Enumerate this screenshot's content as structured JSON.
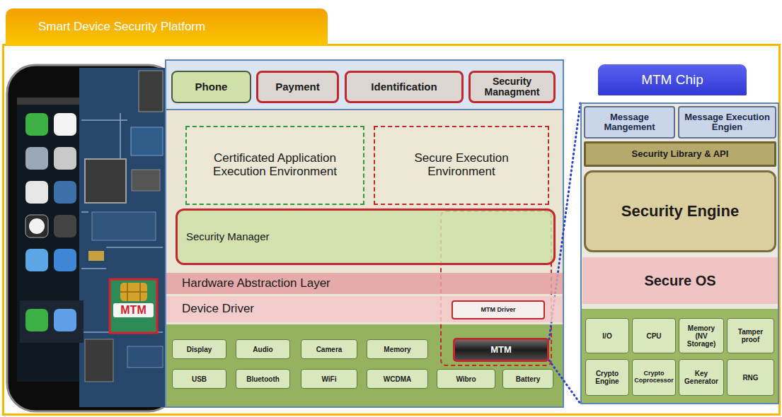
{
  "diagram": {
    "title": "Smart Device Security Platform",
    "nodes": [
      {
        "text": [
          "Phone"
        ]
      },
      {
        "text": [
          "Payment"
        ]
      },
      {
        "text": [
          "Identification"
        ]
      },
      {
        "text": [
          "Security Managment"
        ]
      },
      {
        "text": [
          "Certificated Application Execution Environment"
        ]
      },
      {
        "text": [
          "Secure Execution Environment"
        ]
      },
      {
        "text": [
          "Security Manager"
        ]
      },
      {
        "text": [
          "Hardware Abstraction Layer"
        ]
      },
      {
        "text": [
          "Device Driver"
        ]
      },
      {
        "text": [
          "MTM Driver"
        ],
        "in": 8
      },
      {
        "text": [
          "Display"
        ]
      },
      {
        "text": [
          "Audio"
        ]
      },
      {
        "text": [
          "Camera"
        ]
      },
      {
        "text": [
          "Memory"
        ]
      },
      {
        "text": [
          "MTM"
        ]
      },
      {
        "text": [
          "USB"
        ]
      },
      {
        "text": [
          "Bluetooth"
        ]
      },
      {
        "text": [
          "WiFi"
        ]
      },
      {
        "text": [
          "WCDMA"
        ]
      },
      {
        "text": [
          "Wibro"
        ]
      },
      {
        "text": [
          "Battery"
        ]
      },
      {
        "text": [
          "MTM Chip"
        ]
      },
      {
        "text": [
          "Message Mangement"
        ],
        "in": 21
      },
      {
        "text": [
          "Message Execution Engien"
        ],
        "in": 21
      },
      {
        "text": [
          "Security Library & API"
        ],
        "in": 21
      },
      {
        "text": [
          "Security Engine"
        ],
        "in": 21
      },
      {
        "text": [
          "Secure OS"
        ],
        "in": 21
      },
      {
        "text": [
          "I/O"
        ],
        "in": 21
      },
      {
        "text": [
          "CPU"
        ],
        "in": 21
      },
      {
        "text": [
          "Memory (NV Storage)"
        ],
        "in": 21
      },
      {
        "text": [
          "Tamper proof"
        ],
        "in": 21
      },
      {
        "text": [
          "Crypto Engine"
        ],
        "in": 21
      },
      {
        "text": [
          "Crypto Coprocessor"
        ],
        "in": 21
      },
      {
        "text": [
          "Key Generator"
        ],
        "in": 21
      },
      {
        "text": [
          "RNG"
        ],
        "in": 21
      }
    ],
    "edges": [
      {
        "from": 14,
        "to": 21,
        "arrow": "none"
      },
      {
        "from": 14,
        "to": 21,
        "arrow": "none"
      }
    ],
    "labels": [
      "MTM"
    ]
  }
}
